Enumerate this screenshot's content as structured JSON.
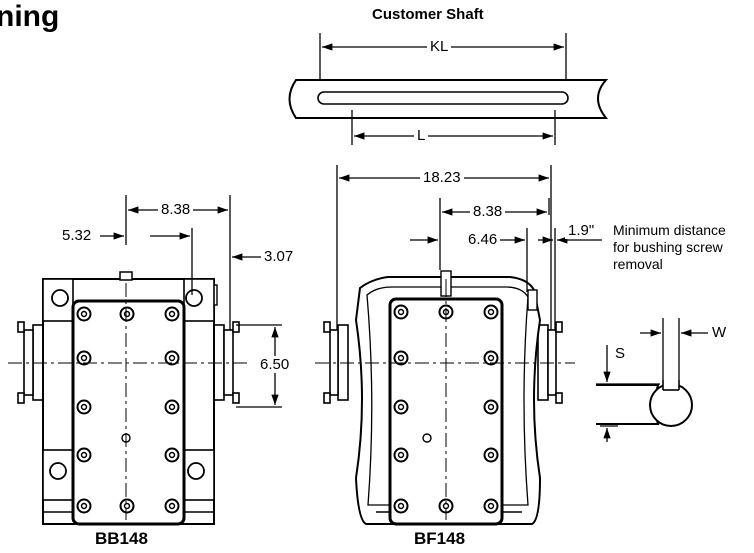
{
  "title": "ning",
  "customer_shaft": {
    "heading": "Customer Shaft",
    "kl_label": "KL",
    "l_label": "L"
  },
  "bb148": {
    "caption": "BB148",
    "dim_top": "8.38",
    "dim_left": "5.32",
    "dim_right": "3.07",
    "dim_height": "6.50"
  },
  "bf148": {
    "caption": "BF148",
    "dim_overall": "18.23",
    "dim_mid": "8.38",
    "dim_inner": "6.46",
    "dim_clear": "1.9\"",
    "note_line1": "Minimum distance",
    "note_line2": "for bushing screw",
    "note_line3": "removal"
  },
  "keyway": {
    "w_label": "W",
    "s_label": "S"
  }
}
